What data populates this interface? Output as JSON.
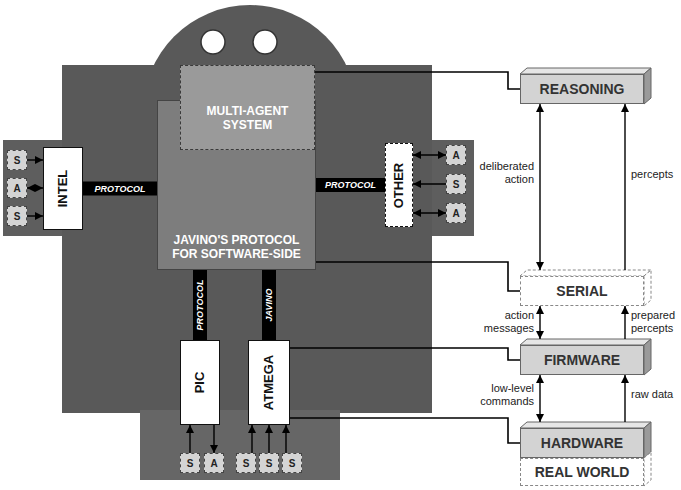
{
  "diagram": {
    "nodes": [
      {
        "text": [
          "MULTI-AGENT SYSTEM"
        ]
      },
      {
        "text": [
          "JAVINO'S PROTOCOL FOR SOFTWARE-SIDE"
        ]
      },
      {
        "text": [
          "INTEL"
        ]
      },
      {
        "text": [
          "S"
        ]
      },
      {
        "text": [
          "A"
        ]
      },
      {
        "text": [
          "S"
        ]
      },
      {
        "text": [
          "OTHER"
        ]
      },
      {
        "text": [
          "A"
        ]
      },
      {
        "text": [
          "S"
        ]
      },
      {
        "text": [
          "A"
        ]
      },
      {
        "text": [
          "PIC"
        ]
      },
      {
        "text": [
          "S"
        ]
      },
      {
        "text": [
          "A"
        ]
      },
      {
        "text": [
          "ATMEGA"
        ]
      },
      {
        "text": [
          "S"
        ]
      },
      {
        "text": [
          "S"
        ]
      },
      {
        "text": [
          "S"
        ]
      },
      {
        "text": [
          "REASONING"
        ]
      },
      {
        "text": [
          "SERIAL"
        ]
      },
      {
        "text": [
          "FIRMWARE"
        ]
      },
      {
        "text": [
          "HARDWARE"
        ]
      },
      {
        "text": [
          "REAL WORLD"
        ]
      }
    ],
    "edges": [
      {
        "from": 3,
        "to": 2,
        "arrow": "to"
      },
      {
        "from": 2,
        "to": 4,
        "arrow": "both"
      },
      {
        "from": 5,
        "to": 2,
        "arrow": "to"
      },
      {
        "from": 6,
        "to": 7,
        "arrow": "both"
      },
      {
        "from": 8,
        "to": 6,
        "arrow": "to"
      },
      {
        "from": 6,
        "to": 9,
        "arrow": "both"
      },
      {
        "from": 11,
        "to": 10,
        "arrow": "to"
      },
      {
        "from": 10,
        "to": 12,
        "arrow": "to"
      },
      {
        "from": 14,
        "to": 13,
        "arrow": "to"
      },
      {
        "from": 15,
        "to": 13,
        "arrow": "to"
      },
      {
        "from": 16,
        "to": 13,
        "arrow": "to"
      },
      {
        "from": 2,
        "to": 1,
        "label": "PROTOCOL",
        "arrow": "none"
      },
      {
        "from": 6,
        "to": 1,
        "label": "PROTOCOL",
        "arrow": "none"
      },
      {
        "from": 10,
        "to": 1,
        "label": "PROTOCOL",
        "arrow": "none"
      },
      {
        "from": 13,
        "to": 1,
        "label": "JAVINO",
        "arrow": "none"
      },
      {
        "from": 0,
        "to": 17,
        "arrow": "none"
      },
      {
        "from": 1,
        "to": 18,
        "arrow": "none"
      },
      {
        "from": 13,
        "to": 19,
        "arrow": "none"
      },
      {
        "from": 13,
        "to": 20,
        "arrow": "none"
      },
      {
        "from": 17,
        "to": 18,
        "label": "deliberated action",
        "arrow": "both"
      },
      {
        "from": 18,
        "to": 17,
        "label": "percepts",
        "arrow": "to"
      },
      {
        "from": 18,
        "to": 19,
        "label": "action messages",
        "arrow": "both"
      },
      {
        "from": 19,
        "to": 18,
        "label": "prepared percepts",
        "arrow": "to"
      },
      {
        "from": 19,
        "to": 20,
        "label": "low-level commands",
        "arrow": "both"
      },
      {
        "from": 20,
        "to": 19,
        "label": "raw data",
        "arrow": "to"
      }
    ]
  }
}
